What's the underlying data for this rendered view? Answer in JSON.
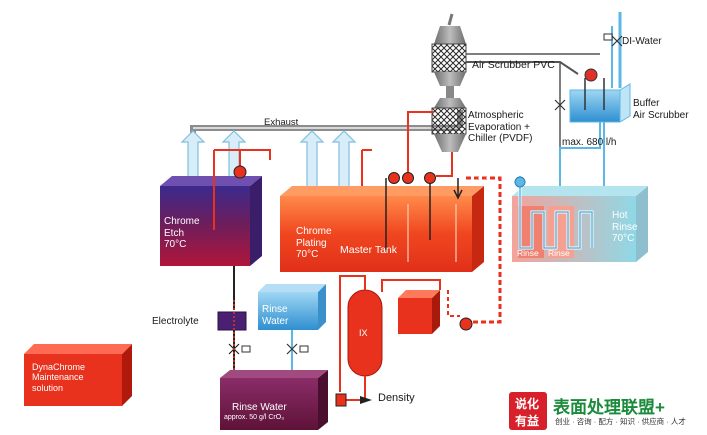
{
  "labels": {
    "di_water": "DI-Water",
    "air_scrubber_pvc": "Air Scrubber PVC",
    "buffer_air_scrubber": "Buffer\nAir Scrubber",
    "atmospheric_evaporation": "Atmospheric\nEvaporation +\nChiller (PVDF)",
    "max_flow": "max. 680 l/h",
    "exhaust": "Exhaust",
    "chrome_etch": "Chrome\nEtch\n70°C",
    "chrome_plating": "Chrome\nPlating\n70°C",
    "master_tank": "Master Tank",
    "hot_rinse": "Hot\nRinse\n70°C",
    "rinse_1": "Rinse",
    "rinse_2": "Rinse",
    "electrolyte": "Electrolyte",
    "rinse_water_box": "Rinse\nWater",
    "ix": "IX",
    "density": "Density",
    "rinse_water_tank": "Rinse Water",
    "rinse_water_concentration": "approx. 50 g/l CrO₃",
    "maintenance": "DynaChrome\nMaintenance\nsolution"
  },
  "brand": {
    "badge_top": "说化",
    "badge_bottom": "有益",
    "name": "表面处理联盟+",
    "tagline": "创业 · 咨询 · 配方 · 知识 · 供应商 · 人才"
  },
  "colors": {
    "process_red": "#e8321e",
    "pipe_grey": "#9a9a9a",
    "water_blue": "#5bb8e6",
    "rinse_water_purple": "#7a1f52",
    "etch_purple": "#5a1f6b",
    "brand_green": "#1a8b3a",
    "brand_red": "#d8202a"
  }
}
